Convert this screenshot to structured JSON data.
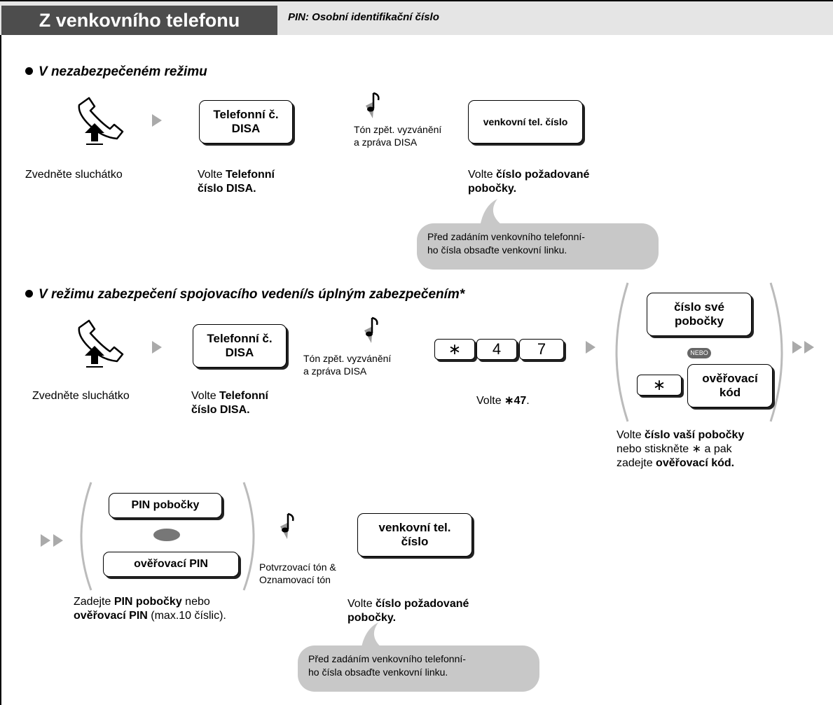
{
  "header": {
    "title": "Z venkovního telefonu",
    "subtitle": "PIN: Osobní identifikační číslo"
  },
  "section1": {
    "title": "V nezabezpečeném režimu",
    "handset_caption": "Zvedněte sluchátko",
    "key_disa_line1": "Telefonní č.",
    "key_disa_line2": "DISA",
    "disa_caption_pre": "Volte ",
    "disa_caption_bold1": "Telefonní",
    "disa_caption_bold2": "číslo DISA.",
    "tone_line1": "Tón zpět. vyzvánění",
    "tone_line2": "a zpráva DISA",
    "key_outside": "venkovní tel. číslo",
    "dial_caption_pre": "Volte ",
    "dial_caption_bold1": "číslo požadované",
    "dial_caption_bold2": "pobočky.",
    "note_line1": "Před zadáním venkovního telefonní-",
    "note_line2": "ho čísla obsaďte venkovní linku."
  },
  "section2": {
    "title": "V režimu zabezpečení spojovacího vedení/s úplným zabezpečením*",
    "handset_caption": "Zvedněte sluchátko",
    "key_disa_line1": "Telefonní č.",
    "key_disa_line2": "DISA",
    "disa_caption_pre": "Volte ",
    "disa_caption_bold1": "Telefonní",
    "disa_caption_bold2": "číslo DISA.",
    "tone_line1": "Tón zpět. vyzvánění",
    "tone_line2": "a zpráva DISA",
    "digits": [
      "∗",
      "4",
      "7"
    ],
    "digits_caption_pre": "Volte ",
    "digits_caption_bold": "∗47",
    "digits_caption_post": ".",
    "key_ext_line1": "číslo své",
    "key_ext_line2": "pobočky",
    "or_badge": "NEBO",
    "star_key": "∗",
    "key_verify_line1": "ověřovací",
    "key_verify_line2": "kód",
    "ext_caption_pre": "Volte ",
    "ext_caption_bold": "číslo vaší pobočky",
    "ext_caption_line2": "nebo stiskněte ∗  a pak",
    "ext_caption_line3_pre": "zadejte ",
    "ext_caption_line3_bold": "ověřovací kód."
  },
  "section3": {
    "key_pin": "PIN pobočky",
    "key_verify_pin": "ověřovací PIN",
    "tone_line1": "Potvrzovací tón &",
    "tone_line2": "Oznamovací tón",
    "key_outside_line1": "venkovní tel.",
    "key_outside_line2": "číslo",
    "pin_caption_pre": "Zadejte ",
    "pin_caption_bold1": "PIN pobočky",
    "pin_caption_mid": " nebo",
    "pin_caption_bold2": "ověřovací PIN",
    "pin_caption_post": " (max.10 číslic).",
    "dial_caption_pre": "Volte ",
    "dial_caption_bold1": "číslo požadované",
    "dial_caption_bold2": "pobočky.",
    "note_line1": "Před zadáním venkovního telefonní-",
    "note_line2": "ho čísla obsaďte venkovní linku."
  }
}
